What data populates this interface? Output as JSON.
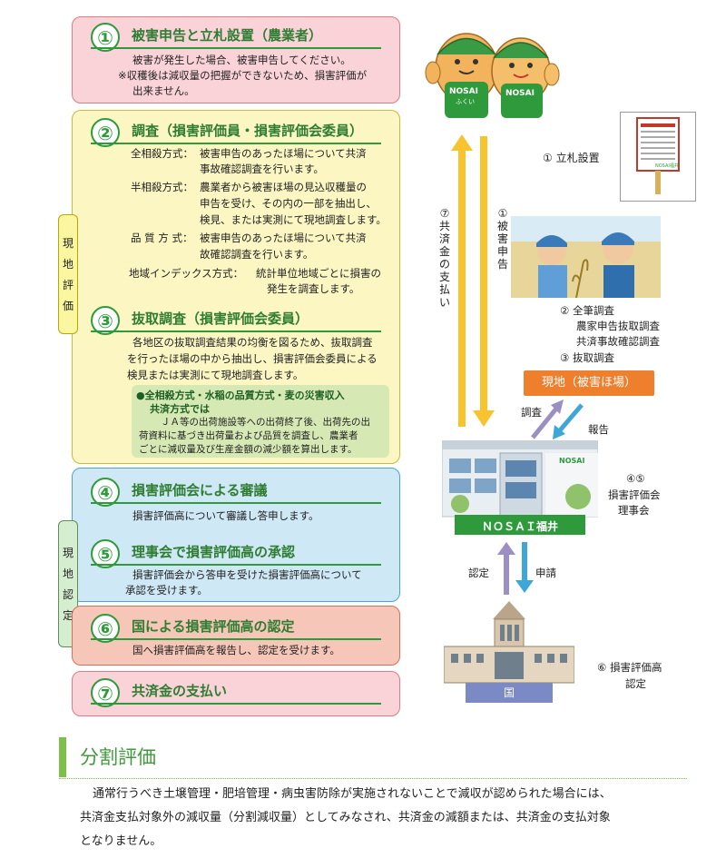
{
  "steps": {
    "s1": {
      "num": "①",
      "title": "被害申告と立札設置（農業者）",
      "lines": [
        "被害が発生した場合、被害申告してください。",
        "※収穫後は減収量の把握ができないため、損害評価が",
        "出来ません。"
      ]
    },
    "s2": {
      "num": "②",
      "title": "調査（損害評価員・損害評価会委員）",
      "m1_label": "全相殺方式：",
      "m1_lines": [
        "被害申告のあったほ場について共済",
        "事故確認調査を行います。"
      ],
      "m2_label": "半相殺方式：",
      "m2_lines": [
        "農業者から被害ほ場の見込収穫量の",
        "申告を受け、その内の一部を抽出し、",
        "検見、または実測にて現地調査します。"
      ],
      "m3_label": "品 質 方 式：",
      "m3_lines": [
        "被害申告のあったほ場について共済",
        "故確認調査を行います。"
      ],
      "m4_label": "地域インデックス方式：",
      "m4_lines": [
        "統計単位地域ごとに損害の",
        "発生を調査します。"
      ]
    },
    "s3": {
      "num": "③",
      "title": "抜取調査（損害評価会委員）",
      "lines": [
        "各地区の抜取調査結果の均衡を図るため、抜取調査",
        "を行ったほ場の中から抽出し、損害評価会委員による",
        "検見または実測にて現地調査します。"
      ],
      "note_title": [
        "●全相殺方式・水稲の品質方式・麦の災害収入",
        "共済方式では"
      ],
      "note_lines": [
        "ＪＡ等の出荷施設等への出荷終了後、出荷先の出",
        "荷資料に基づき出荷量および品質を調査し、農業者",
        "ごとに減収量及び生産金額の減少額を算出します。"
      ]
    },
    "s4": {
      "num": "④",
      "title": "損害評価会による審議",
      "lines": [
        "損害評価高について審議し答申します。"
      ]
    },
    "s5": {
      "num": "⑤",
      "title": "理事会で損害評価高の承認",
      "lines": [
        "損害評価会から答申を受けた損害評価高について",
        "承認を受けます。"
      ]
    },
    "s6": {
      "num": "⑥",
      "title": "国による損害評価高の認定",
      "lines": [
        "国へ損害評価高を報告し、認定を受けます。"
      ]
    },
    "s7": {
      "num": "⑦",
      "title": "共済金の支払い"
    }
  },
  "side_labels": {
    "genchi_hyoka": [
      "現",
      "地",
      "評",
      "価"
    ],
    "genchi_nintei": [
      "現",
      "地",
      "認",
      "定"
    ]
  },
  "diagram": {
    "mascot_text_1": "NOSAI",
    "mascot_text_2": "NOSAI",
    "mascot_sub": "ふくい",
    "sign_label": "①  立札設置",
    "sign_brand": "NOSAI福井",
    "arrow_down_label": "①被害申告",
    "arrow_up_label": "⑦共済金の支払い",
    "survey_labels": [
      "②  全筆調査",
      "農家申告抜取調査",
      "共済事故確認調査",
      "③  抜取調査"
    ],
    "field_box": "現地（被害ほ場）",
    "chousa": "調査",
    "houkoku": "報告",
    "building_brand": "NOSAI",
    "building_name": "ＮＯＳＡＩ福井",
    "council_labels": [
      "④⑤",
      "損害評価会",
      "理事会"
    ],
    "nintei": "認定",
    "shinsei": "申請",
    "gov_label": "国",
    "gov_caption": [
      "⑥  損害評価高",
      "認定"
    ]
  },
  "bottom": {
    "heading": "分割評価",
    "para": [
      "通常行うべき土壌管理・肥培管理・病虫害防除が実施されないことで減収が認められた場合には、",
      "共済金支払対象外の減収量（分割減収量）としてみなされ、共済金の減額または、共済金の支払対象",
      "となりません。"
    ]
  },
  "colors": {
    "green": "#2e9a3c",
    "pink_bg": "#f9d3d8",
    "yellow_bg": "#fbf6c2",
    "blue_bg": "#cfe8f5",
    "orange": "#ee7f2c",
    "arrow_yellow": "#f7c32e"
  }
}
